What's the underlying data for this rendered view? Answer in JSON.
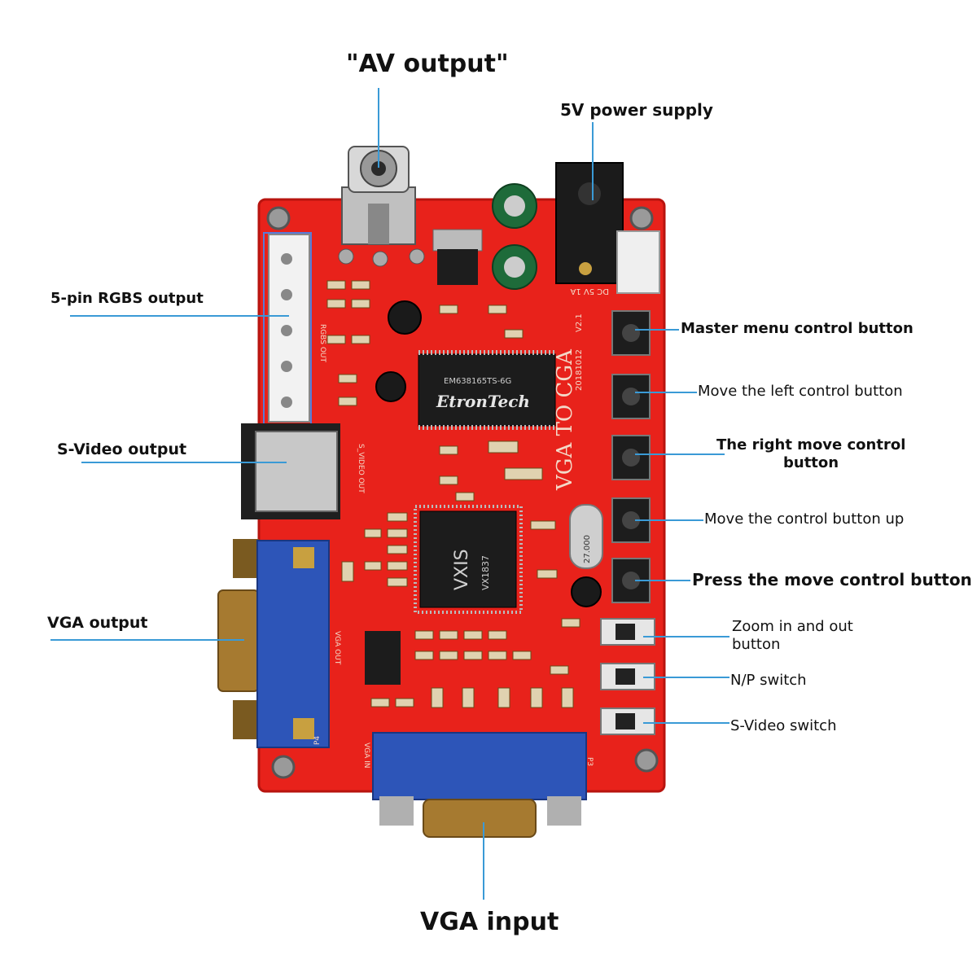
{
  "labels": {
    "av_output": "\"AV output\"",
    "power_supply": "5V power supply",
    "rgbs_output": "5-pin RGBS output",
    "svideo_output": "S-Video output",
    "vga_output": "VGA output",
    "vga_input": "VGA input",
    "master_menu": "Master menu control button",
    "move_left": "Move the left control button",
    "right_move_line1": "The right move control",
    "right_move_line2": "button",
    "move_up": "Move the control button up",
    "press_move": "Press the move control button",
    "zoom_line1": "Zoom in and out",
    "zoom_line2": "button",
    "np_switch": "N/P switch",
    "svideo_switch": "S-Video switch"
  },
  "board_text": {
    "title": "VGA TO CGA",
    "version": "V2.1",
    "date": "20181012",
    "chip_top_code": "EM638165TS-6G",
    "chip_top_brand": "EtronTech",
    "chip_main_brand": "VXIS",
    "chip_main_model": "VX1837",
    "crystal": "27.000",
    "silk_rgbs": "RGBS OUT",
    "silk_svideo": "S_VIDEO OUT",
    "silk_vga_out": "VGA OUT",
    "silk_vga_in": "VGA IN",
    "silk_dc": "DC 5V 1A",
    "silk_p4": "P4",
    "silk_p3": "P3"
  },
  "colors": {
    "pcb": "#e8221b",
    "pcb_dark": "#b8140f",
    "leader": "#3a9ad6",
    "vga_blue": "#2d55b8",
    "chip": "#1c1c1c",
    "metal": "#b8b8b8"
  }
}
